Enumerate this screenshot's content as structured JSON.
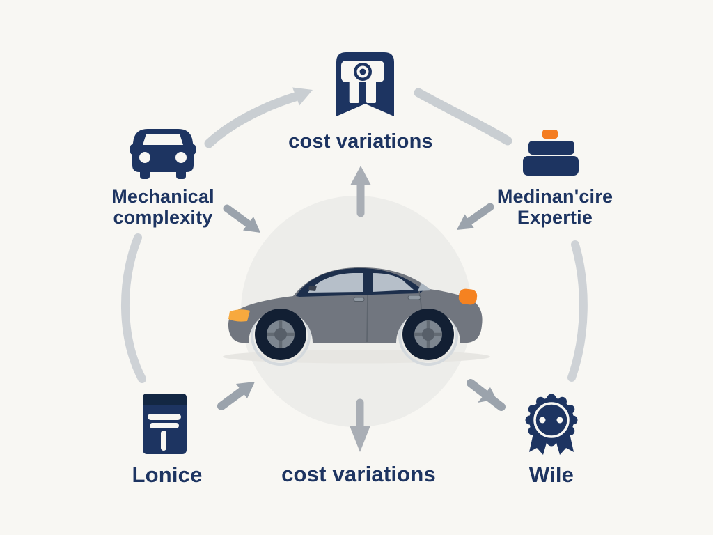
{
  "diagram": {
    "center_illustration": "gray-sedan-side-view",
    "nodes": {
      "top": {
        "label": "cost variations",
        "icon": "ribbon-badge-icon"
      },
      "left": {
        "line1": "Mechanical",
        "line2": "complexity",
        "icon": "car-front-icon"
      },
      "right": {
        "line1": "Medinan'cire",
        "line2": "Expertie",
        "icon": "layer-stack-icon"
      },
      "bottom_left": {
        "label": "Lonice",
        "icon": "invoice-icon"
      },
      "bottom_center": {
        "label": "cost variations",
        "icon": "down-arrow-icon"
      },
      "bottom_right": {
        "label": "Wile",
        "icon": "award-rosette-icon"
      }
    },
    "colors": {
      "background": "#f8f7f3",
      "navy": "#1d3461",
      "navy_dark": "#132743",
      "orange": "#f47c20",
      "amber_headlight": "#f7a93e",
      "taillight_orange": "#f58220",
      "car_body_gray": "#71767f",
      "window_glass": "#b6bfc9",
      "backdrop_circle": "#ededea",
      "arc_gray": "#ccd0d4",
      "arrow_gray": "#a9aeb5",
      "small_arrow_gray": "#9ba3ac"
    }
  }
}
